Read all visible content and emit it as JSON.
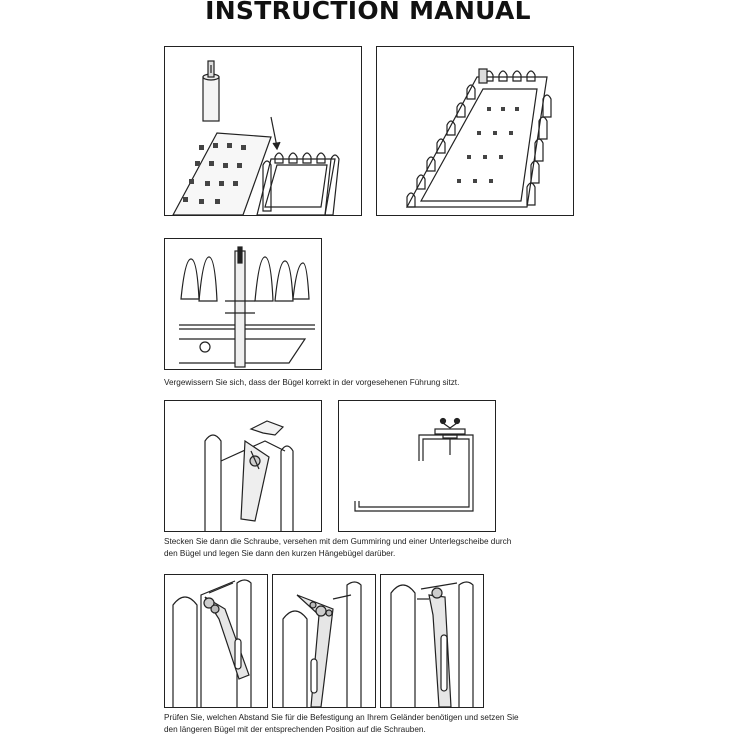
{
  "document": {
    "title": "INSTRUCTION MANUAL"
  },
  "captions": {
    "step3": "Vergewissern Sie sich, dass der Bügel korrekt in der vorgesehenen Führung sitzt.",
    "step4_line1": "Stecken Sie dann die Schraube, versehen mit dem Gummiring und einer Unterlegscheibe durch",
    "step4_line2": "den Bügel und legen Sie dann den kurzen Hängebügel darüber.",
    "step5_line1": "Prüfen Sie, welchen Abstand Sie für die Befestigung an Ihrem Geländer benötigen und setzen Sie",
    "step5_line2": "den längeren Bügel mit der entsprechenden Position auf die Schrauben."
  }
}
